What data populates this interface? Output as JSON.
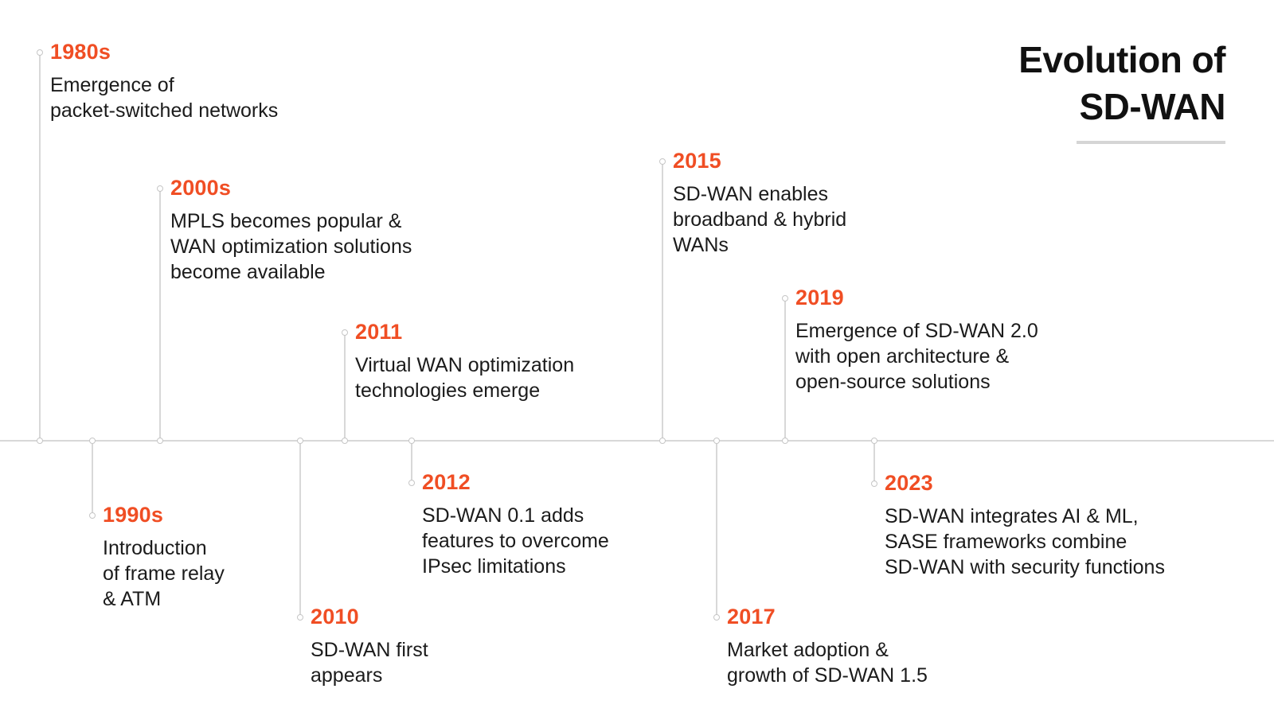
{
  "title": {
    "text": "Evolution of\nSD-WAN"
  },
  "colors": {
    "accent_orange": "#f04e24",
    "text_dark": "#1b1b1b",
    "line_gray": "#d8d8d8"
  },
  "events": [
    {
      "year": "1980s",
      "description": "Emergence of\npacket-switched networks",
      "position": "above"
    },
    {
      "year": "1990s",
      "description": "Introduction\nof frame relay\n& ATM",
      "position": "below"
    },
    {
      "year": "2000s",
      "description": "MPLS becomes popular &\nWAN optimization solutions\nbecome available",
      "position": "above"
    },
    {
      "year": "2010",
      "description": "SD-WAN first\nappears",
      "position": "below"
    },
    {
      "year": "2011",
      "description": "Virtual WAN optimization\ntechnologies emerge",
      "position": "above"
    },
    {
      "year": "2012",
      "description": "SD-WAN 0.1 adds\nfeatures to overcome\nIPsec limitations",
      "position": "below"
    },
    {
      "year": "2015",
      "description": "SD-WAN enables\nbroadband & hybrid\nWANs",
      "position": "above"
    },
    {
      "year": "2017",
      "description": "Market adoption &\ngrowth of SD-WAN 1.5",
      "position": "below"
    },
    {
      "year": "2019",
      "description": "Emergence of SD-WAN 2.0\nwith open architecture &\nopen-source solutions",
      "position": "above"
    },
    {
      "year": "2023",
      "description": "SD-WAN integrates AI & ML,\nSASE frameworks combine\nSD-WAN with security functions",
      "position": "below"
    }
  ]
}
